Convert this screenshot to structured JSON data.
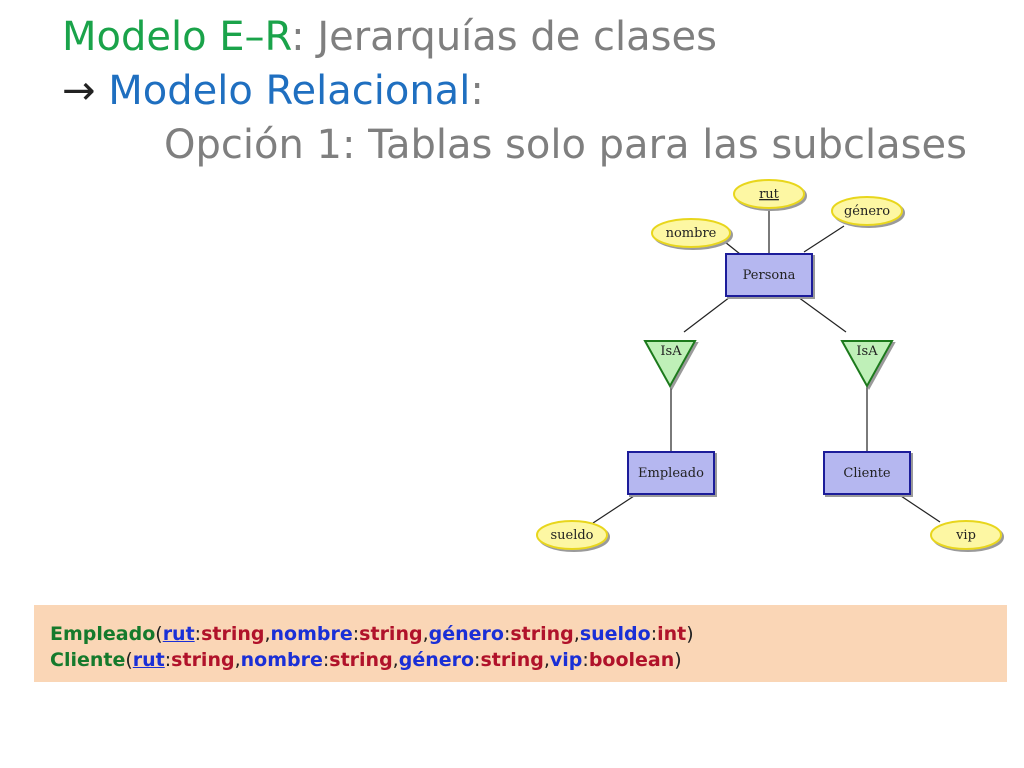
{
  "title": {
    "line1": {
      "part1": "Modelo E–R",
      "part2": ": Jerarquías de clases"
    },
    "line2": {
      "arrow": "→",
      "part1": "Modelo Relacional",
      "part2": ":"
    },
    "line3": "Opción 1: Tablas solo para las subclases"
  },
  "diagram": {
    "entities": {
      "persona": "Persona",
      "empleado": "Empleado",
      "cliente": "Cliente"
    },
    "attributes": {
      "rut": "rut",
      "nombre": "nombre",
      "genero": "género",
      "sueldo": "sueldo",
      "vip": "vip"
    },
    "isa_left": "IsA",
    "isa_right": "IsA",
    "colors": {
      "entity_fill": "#b5b7f0",
      "entity_stroke": "#1f1f9a",
      "attr_fill": "#fdf7a3",
      "attr_stroke": "#e8d61f",
      "isa_fill": "#bff0b8",
      "isa_stroke": "#1e7a1e"
    }
  },
  "schema": {
    "open": "(",
    "close": ")",
    "colon": ":",
    "comma": ",",
    "empleado": {
      "name": "Empleado",
      "fields": [
        {
          "attr": "rut",
          "type": "string"
        },
        {
          "attr": "nombre",
          "type": "string"
        },
        {
          "attr": "género",
          "type": "string"
        },
        {
          "attr": "sueldo",
          "type": "int"
        }
      ]
    },
    "cliente": {
      "name": "Cliente",
      "fields": [
        {
          "attr": "rut",
          "type": "string"
        },
        {
          "attr": "nombre",
          "type": "string"
        },
        {
          "attr": "género",
          "type": "string"
        },
        {
          "attr": "vip",
          "type": "boolean"
        }
      ]
    },
    "colors": {
      "background": "#fad6b6",
      "relation": "#157a2c",
      "attribute": "#1a2fd6",
      "type": "#b0122a"
    }
  }
}
